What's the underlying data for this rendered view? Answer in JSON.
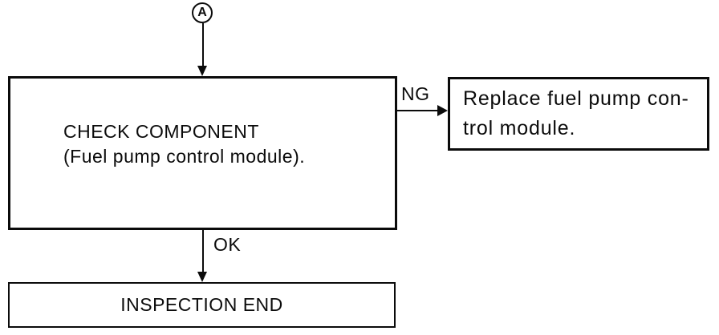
{
  "diagram": {
    "connector": {
      "label": "A"
    },
    "nodes": {
      "check": {
        "line1": "CHECK COMPONENT",
        "line2": "(Fuel pump control module)."
      },
      "replace": {
        "line1": "Replace fuel pump con-",
        "line2": "trol module."
      },
      "end": {
        "label": "INSPECTION END"
      }
    },
    "edges": {
      "ng_label": "NG",
      "ok_label": "OK"
    },
    "colors": {
      "ink": "#0b0b0b",
      "background": "#ffffff"
    }
  }
}
